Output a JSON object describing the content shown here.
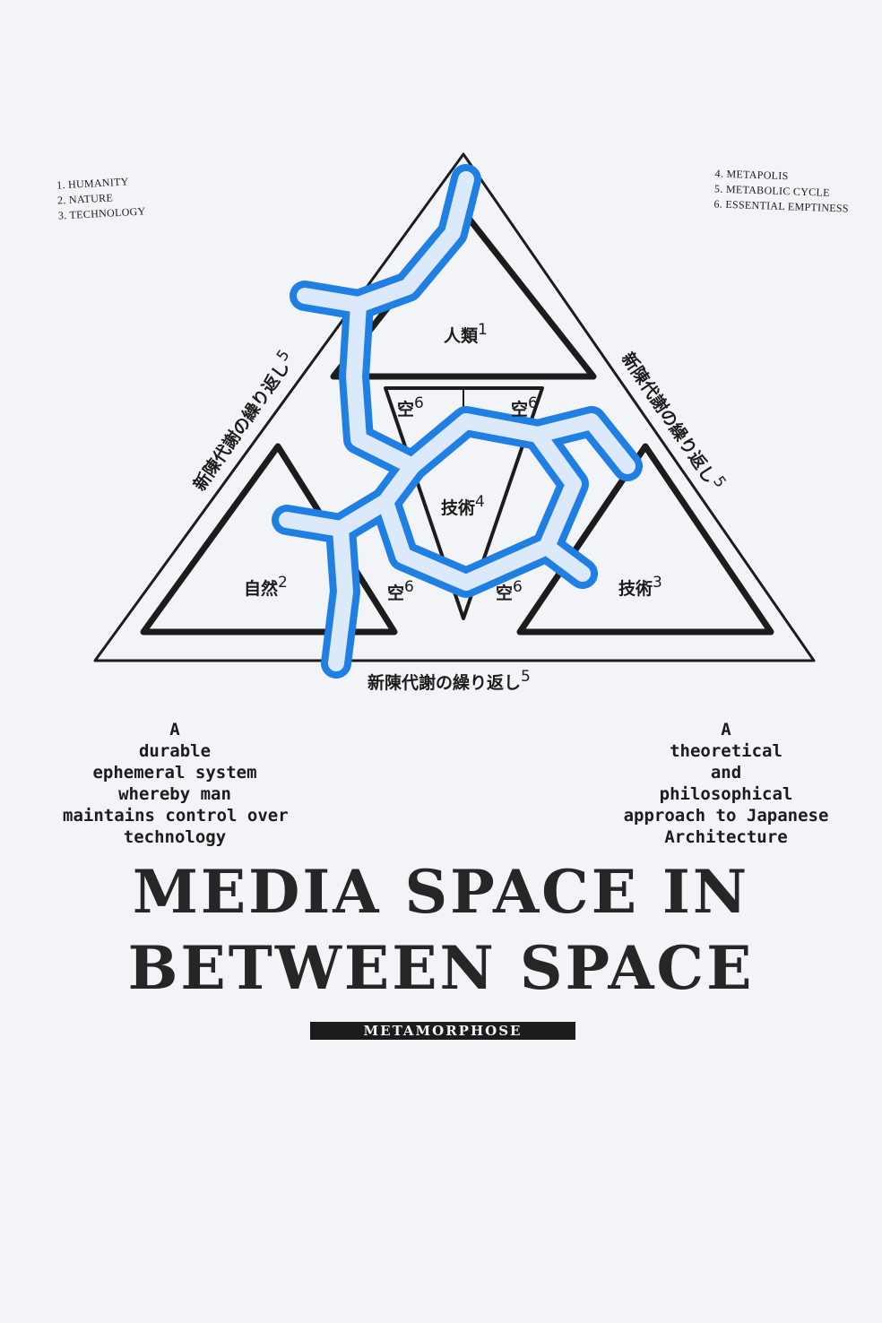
{
  "legend_left": [
    "1. HUMANITY",
    "2. NATURE",
    "3. TECHNOLOGY"
  ],
  "legend_right": [
    "4. METAPOLIS",
    "5. METABOLIC CYCLE",
    "6. ESSENTIAL EMPTINESS"
  ],
  "diagram": {
    "humanity": {
      "label": "人類",
      "num": "1"
    },
    "nature": {
      "label": "自然",
      "num": "2"
    },
    "technology": {
      "label": "技術",
      "num": "3"
    },
    "metapolis": {
      "label": "技術",
      "num": "4"
    },
    "cycle": {
      "label": "新陳代謝の繰り返し",
      "num": "5"
    },
    "emptiness": {
      "label": "空",
      "num": "6"
    }
  },
  "left_text": [
    "A",
    "durable",
    "ephemeral system",
    "whereby man",
    "maintains control over",
    "technology"
  ],
  "right_text": [
    "A",
    "theoretical",
    "and",
    "philosophical",
    "approach to Japanese",
    "Architecture"
  ],
  "title_line_1": "MEDIA SPACE IN",
  "title_line_2": "BETWEEN SPACE",
  "badge": "METAMORPHOSE",
  "colors": {
    "accent_blue": "#1f7fe3",
    "ink": "#1c1c1c",
    "background": "#f2f4f7"
  }
}
